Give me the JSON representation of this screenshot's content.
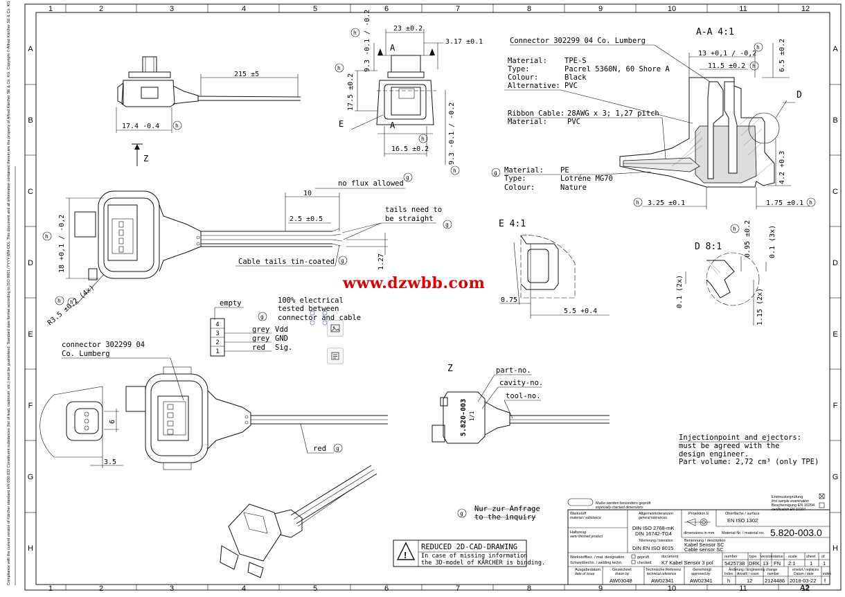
{
  "grid": {
    "cols": [
      "1",
      "2",
      "3",
      "4",
      "5",
      "6",
      "7",
      "8",
      "9",
      "10",
      "11",
      "12"
    ],
    "rows": [
      "A",
      "B",
      "C",
      "D",
      "E",
      "F",
      "G",
      "H"
    ]
  },
  "view_z": {
    "dim_len": "215 ±5",
    "dim_w": "17.4 -0.4",
    "z_label": "Z"
  },
  "view_front": {
    "d23": "23 ±0.2",
    "d317": "3.17 ±0.1",
    "d93top": "9.3 -0.1 / -0.2",
    "d175": "17.5 ±0.2",
    "d93bot": "9.3 -0.1 / -0.2",
    "d165": "16.5 ±0.2",
    "label_a": "A",
    "label_e": "E"
  },
  "section_aa": {
    "title": "A-A 4:1",
    "connector": "Connector 302299 04 Co. Lumberg",
    "mat_rows": [
      {
        "k": "Material:",
        "v": "TPE-S"
      },
      {
        "k": "Type:",
        "v": "Pacrel 5360N, 60 Shore A"
      },
      {
        "k": "Colour:",
        "v": "Black"
      },
      {
        "k": "Alternative:",
        "v": "PVC"
      }
    ],
    "ribbon_rows": [
      {
        "k": "Ribbon Cable:",
        "v": "28AWG x 3; 1,27 pitch"
      },
      {
        "k": "Material:",
        "v": "PVC"
      }
    ],
    "pe_rows": [
      {
        "k": "Material:",
        "v": "PE"
      },
      {
        "k": "Type:",
        "v": "Lotréne MG70"
      },
      {
        "k": "Colour:",
        "v": "Nature"
      }
    ],
    "d13": "13 +0,1 / -0,2",
    "d115": "11.5 ±0.2",
    "d65": "6.5 ±0.2",
    "d42": "4.2 +0.3",
    "d325": "3.25 ±0.1",
    "d175": "1.75 ±0.1",
    "label_d": "D"
  },
  "view_top": {
    "d18": "18 +0,1 / -0,2",
    "r35": "R3.5 ±0.2 (4x)",
    "d10": "10",
    "no_flux": "no flux allowed",
    "d25": "2.5 ±0.5",
    "tails": "tails need to be straight",
    "tails_l1": "tails need to",
    "tails_l2": "be straight",
    "tin": "Cable tails tin-coated",
    "d127": "1.27"
  },
  "detail_e": {
    "title": "E 4:1",
    "d075": "0.75",
    "d55": "5.5 +0.4"
  },
  "detail_d": {
    "title": "D 8:1",
    "d095": "0.95 ±0.2",
    "d01_3x": "0.1 (3x)",
    "d01_2x": "0.1 (2x)",
    "d115_2x": "1.15 (2x)"
  },
  "pinout": {
    "empty": "empty",
    "pins": [
      "4",
      "3",
      "2",
      "1"
    ],
    "wires": [
      {
        "color": "grey",
        "sig": "Vdd"
      },
      {
        "color": "grey",
        "sig": "GND"
      },
      {
        "color": "red",
        "sig": "Sig."
      }
    ],
    "test_l1": "100% electrical",
    "test_l2": "tested between",
    "test_l3": "connector and cable"
  },
  "view_bottom": {
    "conn_l1": "connector 302299 04",
    "conn_l2": "Co. Lumberg",
    "red": "red",
    "d6": "6",
    "d35": "3.5"
  },
  "view_z2": {
    "label": "Z",
    "part": "part-no.",
    "cavity": "cavity-no.",
    "tool": "tool-no.",
    "stamp": "5.820-003",
    "stamp_sub": "1/1"
  },
  "notes": {
    "inj_title": "Injectionpoint and ejectors:",
    "inj_l1": "must be agreed with the",
    "inj_l2": "design engineer.",
    "volume": "Part volume: 2,72 cm³ (only TPE)",
    "strike_l1": "Nur zur Anfrage",
    "strike_l2": "to the inquiry"
  },
  "watermark": "www.dzwbb.com",
  "warning": {
    "title": "REDUCED 2D-CAD-DRAWING",
    "l1": "In case of missing information",
    "l2": "the 3D-model of KÄRCHER is binding."
  },
  "side_note": "Compliance with the current version of Kärcher standard HN 050.032 Constituent substances (list of lead, cadmium, etc.) must be guaranteed. Standard date format according to ISO 8601 (YYYY-MM-DD). This document and all information contained therein are the property of Alfred Kärcher SE & Co. KG. Copyright © Alfred Kärcher SE & Co. KG",
  "title_block": {
    "mass_note": "Maße werden besonders geprüft",
    "mass_note2": "especially checked dimensions",
    "first_sample": "Erstmusterprüfung",
    "first_sample2": "first sample examination",
    "cert": "Bescheinigung EN 10204",
    "cert2": "certification EN 10204",
    "werkstoff": "Werkstoff",
    "werkstoff2": "material / substance",
    "halbzeug": "Halbzeug",
    "halbzeug2": "semi finished product",
    "allg_tol": "Allgemeintoleranzen",
    "allg_tol2": "general tolerances",
    "iso1": "DIN ISO 2768-mK",
    "iso2": "DIN 16742-TG4",
    "tolerierung": "Tolerierung / toleration",
    "iso3": "DIN EN ISO 8015",
    "projection": "Projektion E",
    "dim_mm": "dimensions in mm",
    "surface": "Oberfläche / surface",
    "iso4": "EN ISO 1302",
    "material_no_label": "Material-Nr. / material no.",
    "material_no": "5.820-003.0",
    "benennung": "Benennung / description",
    "desc1": "Kabel Sensor SC",
    "desc2": "Cable sensor SC",
    "werkstoffbez": "Werkstoffbez. / mat. designation",
    "schweiss": "Schweißtechn. / welding techn.",
    "geprueft": "geprüft",
    "checked": "checked",
    "document_label": "document",
    "document": "K7 Kabel Sensor 3 pol",
    "cols": [
      "number",
      "type",
      "version",
      "status",
      "scale",
      "sheet",
      "of"
    ],
    "vals": [
      "5425738",
      "DRK",
      "13",
      "FN",
      "2:1",
      "1",
      "1"
    ],
    "ausgabe": "Ausgabedatum",
    "ausgabe2": "date of issue",
    "gezeichnet": "Gezeichnet",
    "gezeichnet2": "drawn by",
    "drawn": "AW03048",
    "techref": "Technische Referenz",
    "techref2": "technical reference",
    "tech": "AW02341",
    "genehmigt": "Genehmigt",
    "genehmigt2": "approved by",
    "approved": "AW02341",
    "aenderung": "Änderung / Engineering change",
    "index_label": "Index",
    "anzahl": "Anzahl / count",
    "number2": "number",
    "index": "h",
    "count": "12",
    "change_no": "2124486",
    "ersetzt": "ersetzt / replaces",
    "datum": "Datum / date",
    "date": "2018-03-22",
    "index2": "index",
    "idx_val": "f",
    "format": "A2"
  }
}
